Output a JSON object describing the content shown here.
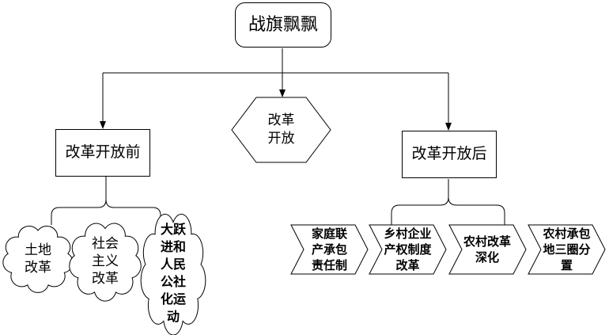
{
  "canvas": {
    "background_color": "#ffffff",
    "stroke_color": "#000000",
    "shape_fill_color": "#ffffff"
  },
  "nodes": {
    "root": {
      "label": "战旗飘飘"
    },
    "center": {
      "label": "改革\n开放"
    },
    "before": {
      "label": "改革开放前"
    },
    "after": {
      "label": "改革开放后"
    },
    "before_children": [
      {
        "label": "土地\n改革"
      },
      {
        "label": "社会\n主义\n改革"
      },
      {
        "label": "大跃\n进和\n人民\n公社\n化运\n动"
      }
    ],
    "after_children": [
      {
        "label": "家庭联\n产承包\n责任制"
      },
      {
        "label": "乡村企业\n产权制度\n改革"
      },
      {
        "label": "农村改革\n深化"
      },
      {
        "label": "农村承包\n地三圈分\n置"
      }
    ]
  }
}
